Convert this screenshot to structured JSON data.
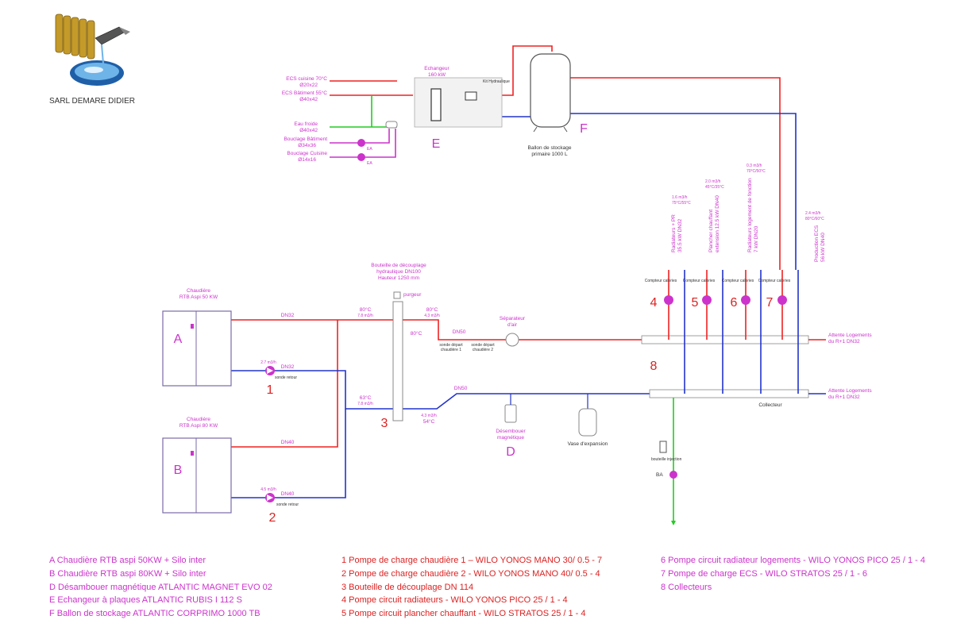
{
  "company": "SARL DEMARE DIDIER",
  "boilers": [
    {
      "letter": "A",
      "title": "Chaudière",
      "model": "RTB Aspi 50 KW"
    },
    {
      "letter": "B",
      "title": "Chaudière",
      "model": "RTB Aspi 80 KW"
    }
  ],
  "pumps_labels": {
    "p1": "1",
    "p2": "2",
    "p3": "3",
    "p4": "4",
    "p5": "5",
    "p6": "6",
    "p7": "7",
    "p8": "8"
  },
  "pump_ratings": {
    "p1": "2.7 m3/h",
    "p2": "4.5 m3/h"
  },
  "pipes": {
    "a_supply": "DN32",
    "a_return": "DN32",
    "b_supply": "DN40",
    "b_return": "DN40",
    "sep_out": "DN50",
    "coll_return": "DN50",
    "sonde_retour": "sonde retour"
  },
  "bouteille": {
    "l1": "Bouteille de découplage",
    "l2": "hydraulique DN100",
    "l3": "Hauteur 1250 mm",
    "purgeur": "purgeur"
  },
  "temps": {
    "t80a": "80°C",
    "t80b": "80°C",
    "t80c": "80°C",
    "t63": "63°C",
    "t54": "54°C",
    "f78a": "7.8 m3/h",
    "f43a": "4.3 m3/h",
    "f78b": "7.8 m3/h",
    "f43b": "4.3 m3/h"
  },
  "sondes": {
    "s1a": "sonde départ",
    "s1b": "chaudière 1",
    "s2a": "sonde départ",
    "s2b": "chaudière 2"
  },
  "separator": {
    "l1": "Séparateur",
    "l2": "d'air"
  },
  "desemboueur": {
    "l1": "Désembouer",
    "l2": "magnétique",
    "letter": "D"
  },
  "vase": "Vase d'expansion",
  "ecs": {
    "cuisine": "ECS cuisine 70°C",
    "cuisine_d": "Ø20x22",
    "batiment": "ECS Bâtiment 55°C",
    "batiment_d": "Ø40x42",
    "froide": "Eau froide",
    "froide_d": "Ø40x42",
    "boucl_bat": "Bouclage Bâtiment",
    "boucl_bat_d": "Ø34x36",
    "boucl_cui": "Bouclage Cuisine",
    "boucl_cui_d": "Ø14x16",
    "ea": "EA"
  },
  "echangeur": {
    "l1": "Echangeur",
    "l2": "160 kW",
    "letter": "E",
    "kit": "Kit Hydraulique"
  },
  "ballon": {
    "l1": "Ballon de stockage",
    "l2": "primaire 1000 L",
    "letter": "F"
  },
  "circuits": [
    {
      "n": "4",
      "name": "Radiateurs + PR",
      "power": "35.5 kW DN32",
      "flow": "1.6 m3/h",
      "temp": "75°C/55°C"
    },
    {
      "n": "5",
      "name": "Plancher chauffant",
      "power": "extension 12.5 kW DN40",
      "flow": "2.0 m3/h",
      "temp": "45°C/35°C"
    },
    {
      "n": "6",
      "name": "Radiateurs logement de fonction",
      "power": "7 kW DN20",
      "flow": "0.3 m3/h",
      "temp": "70°C/50°C"
    },
    {
      "n": "7",
      "name": "Production ECS",
      "power": "56 kW DN40",
      "flow": "2.4 m3/h",
      "temp": "80°C/60°C"
    }
  ],
  "compteur": "Compteur calories",
  "attente1": {
    "l1": "Attente Logements",
    "l2": "du R+1 DN32"
  },
  "attente2": {
    "l1": "Attente Logements",
    "l2": "du R+1 DN32"
  },
  "collecteur": "Collecteur",
  "ba": "BA",
  "bouteille_inj": "bouteille injection",
  "legend": {
    "col1": [
      "A  Chaudière RTB aspi 50KW + Silo inter",
      "B  Chaudière RTB aspi 80KW + Silo inter",
      "D  Désambouer magnétique ATLANTIC MAGNET EVO 02",
      "E  Echangeur à plaques ATLANTIC RUBIS I 112 S",
      "F  Ballon de stockage ATLANTIC CORPRIMO 1000 TB"
    ],
    "col2": [
      "1  Pompe de charge chaudière 1 – WILO YONOS MANO 30/ 0.5 - 7",
      "2  Pompe de charge chaudière 2 -  WILO YONOS MANO 40/ 0.5 - 4",
      "3  Bouteille de découplage DN 114",
      "4  Pompe circuit radiateurs - WILO YONOS PICO 25 / 1 - 4",
      "5  Pompe circuit plancher chauffant - WILO STRATOS 25 / 1 - 4"
    ],
    "col3": [
      "6  Pompe circuit radiateur logements - WILO YONOS PICO 25 / 1 - 4",
      "7  Pompe de charge ECS - WILO STRATOS 25 / 1 - 6",
      "8  Collecteurs"
    ]
  },
  "colors": {
    "red": "#ee2222",
    "blue": "#2233cc",
    "green": "#22cc22",
    "magenta": "#cc33cc",
    "boiler": "#7a6aa8"
  }
}
